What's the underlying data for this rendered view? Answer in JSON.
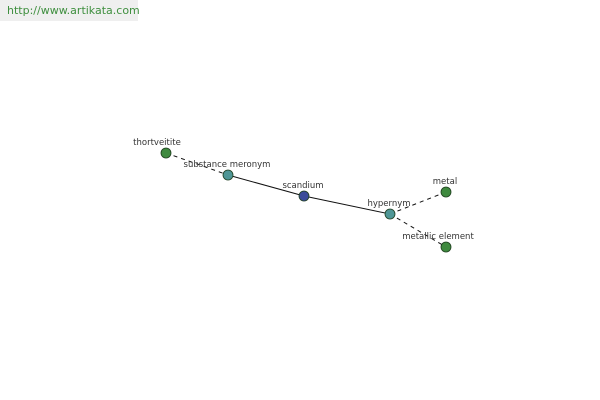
{
  "source_link": {
    "text": "http://www.artikata.com"
  },
  "colors": {
    "center_node": "#3b4b9a",
    "relation_node": "#4f9696",
    "word_node": "#3f8a3f",
    "link": "#3f8f3f"
  },
  "graph": {
    "nodes": [
      {
        "id": "thortveitite",
        "label": "thortveitite",
        "kind": "word"
      },
      {
        "id": "substance_meronym",
        "label": "substance meronym",
        "kind": "relation"
      },
      {
        "id": "scandium",
        "label": "scandium",
        "kind": "center"
      },
      {
        "id": "hypernym",
        "label": "hypernym",
        "kind": "relation"
      },
      {
        "id": "metal",
        "label": "metal",
        "kind": "word"
      },
      {
        "id": "metallic_element",
        "label": "metallic element",
        "kind": "word"
      }
    ],
    "edges": [
      {
        "from": "thortveitite",
        "to": "substance_meronym",
        "style": "dashed"
      },
      {
        "from": "substance_meronym",
        "to": "scandium",
        "style": "solid"
      },
      {
        "from": "scandium",
        "to": "hypernym",
        "style": "solid"
      },
      {
        "from": "hypernym",
        "to": "metal",
        "style": "dashed"
      },
      {
        "from": "hypernym",
        "to": "metallic_element",
        "style": "dashed"
      }
    ]
  }
}
